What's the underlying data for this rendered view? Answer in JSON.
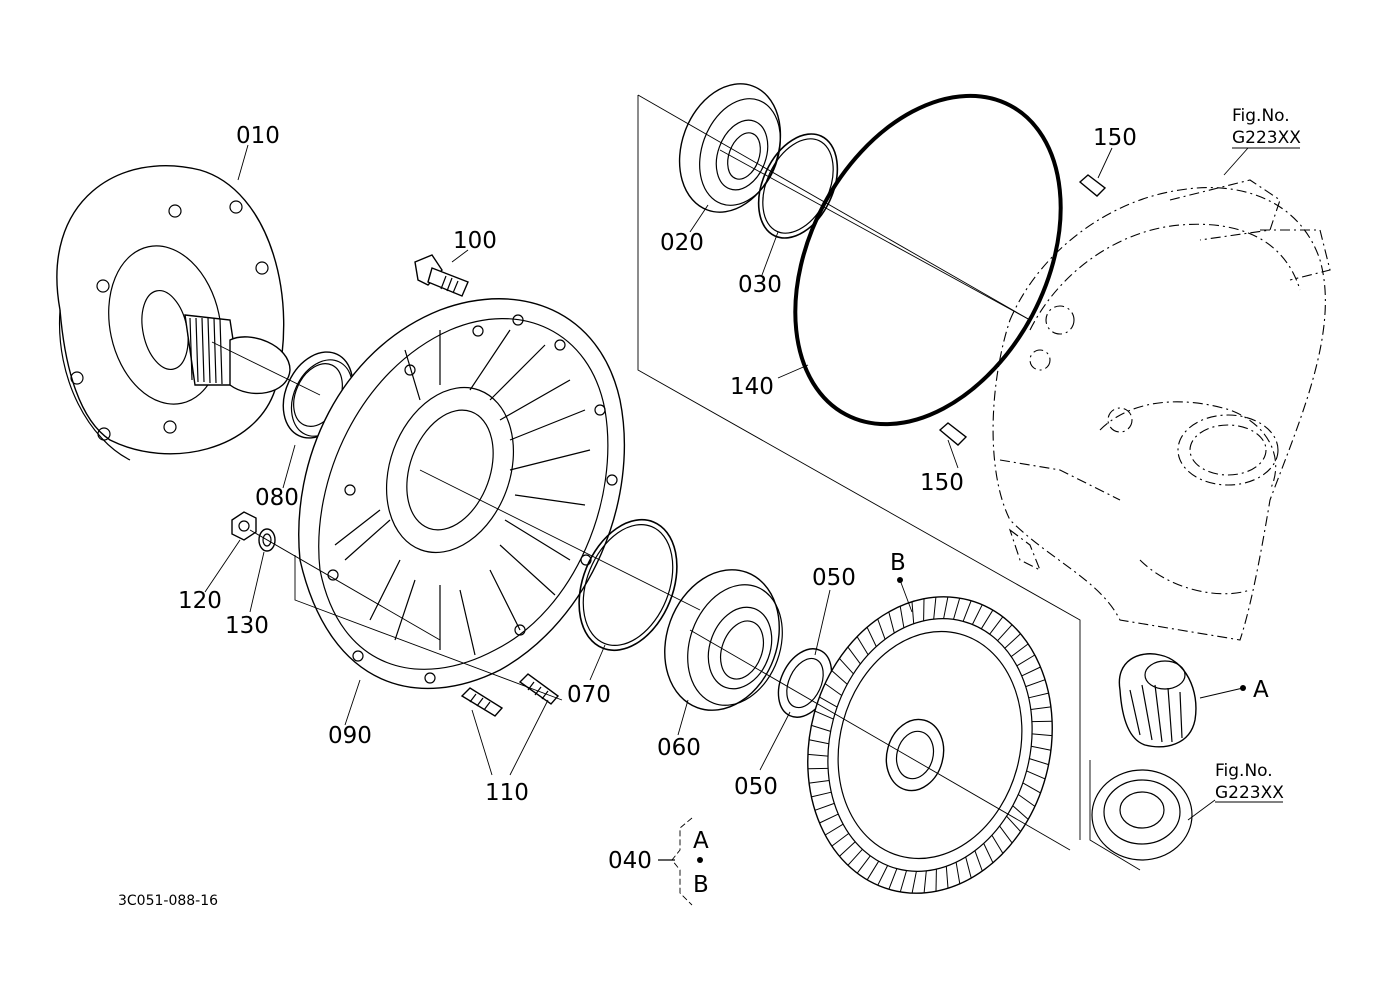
{
  "figure_code": "3C051-088-16",
  "fig_refs": [
    {
      "line1": "Fig.No.",
      "line2": "G223XX"
    },
    {
      "line1": "Fig.No.",
      "line2": "G223XX"
    }
  ],
  "parts": {
    "p010": "010",
    "p020": "020",
    "p030": "030",
    "p040": "040",
    "p050a": "050",
    "p050b": "050",
    "p060": "060",
    "p070": "070",
    "p080": "080",
    "p090": "090",
    "p100": "100",
    "p110": "110",
    "p120": "120",
    "p130": "130",
    "p140": "140",
    "p150a": "150",
    "p150b": "150"
  },
  "markers": {
    "a": "A",
    "b": "B",
    "group_a": "A",
    "group_b": "B"
  }
}
